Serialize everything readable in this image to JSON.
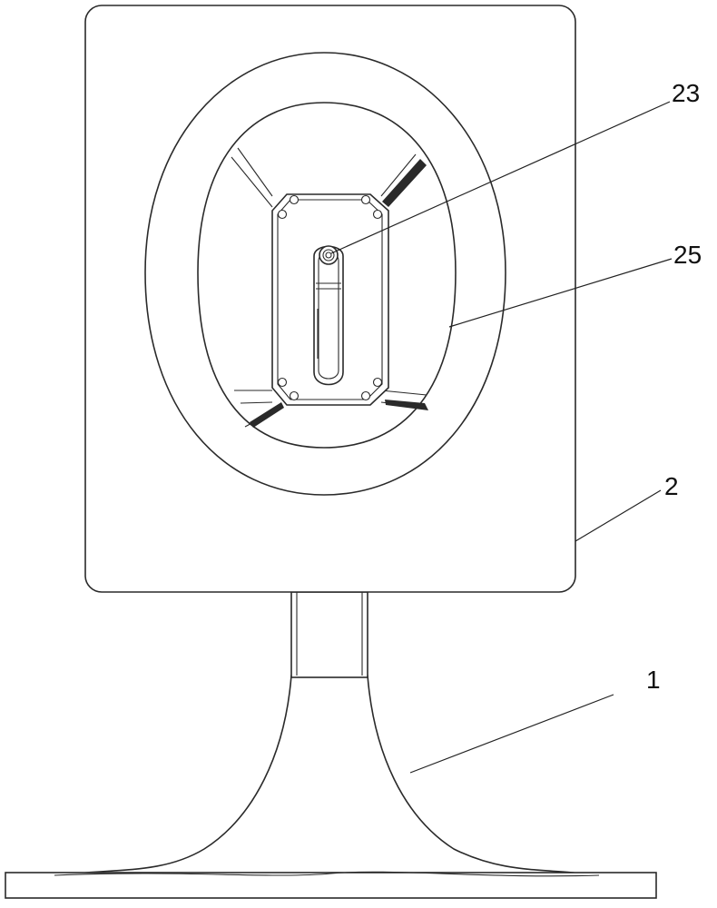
{
  "figure": {
    "labels": {
      "base": "1",
      "housing": "2",
      "center_pin": "23",
      "ring": "25"
    }
  }
}
